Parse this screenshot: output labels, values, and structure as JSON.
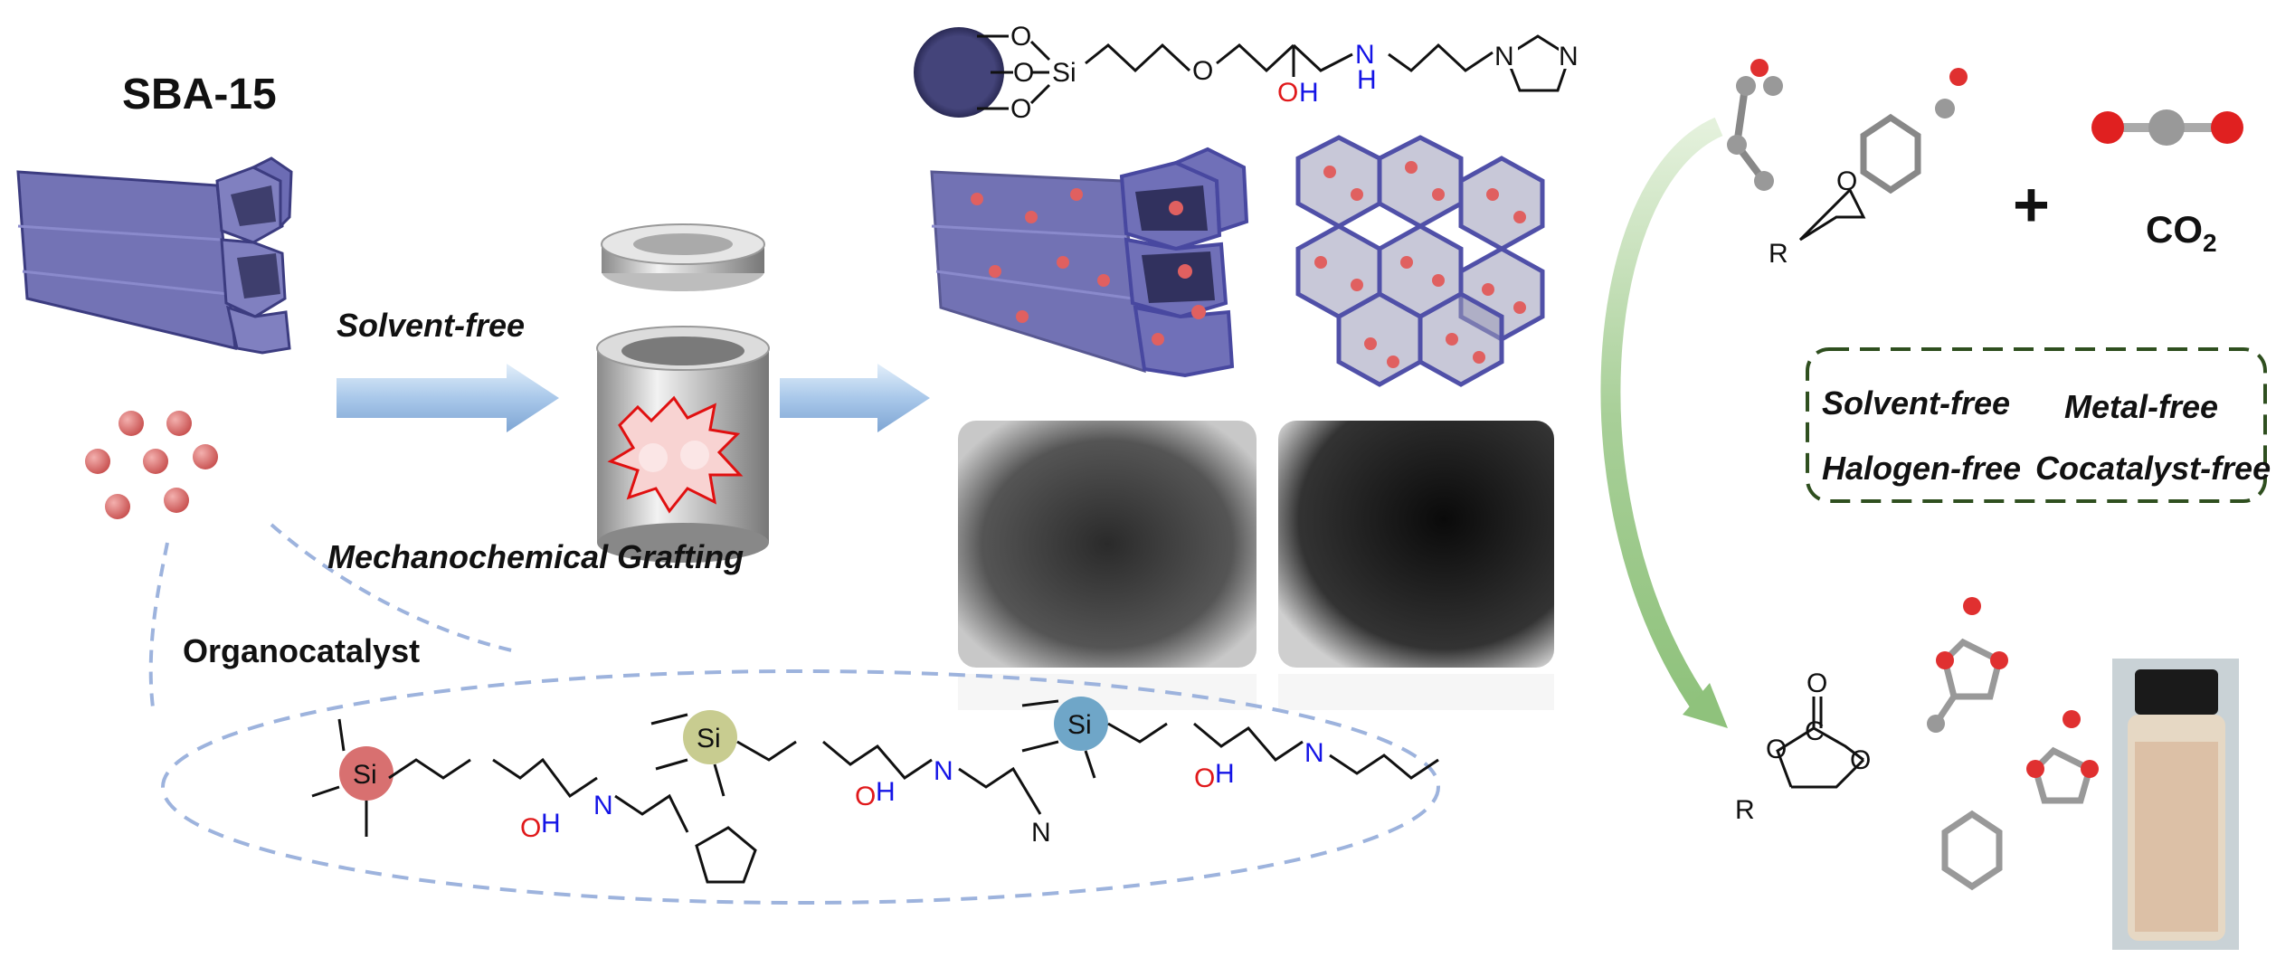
{
  "title": "SBA-15",
  "left": {
    "solvent_free": "Solvent-free",
    "mechanochemical": "Mechanochemical Grafting",
    "organocatalyst": "Organocatalyst"
  },
  "molecule_labels": {
    "o": "O",
    "si": "Si",
    "n": "N",
    "h": "H",
    "oh_o": "O",
    "oh_h": "H",
    "r": "R",
    "c": "C"
  },
  "reaction": {
    "co2_main": "CO",
    "co2_sub": "2",
    "plus": "+"
  },
  "features": [
    "Solvent-free",
    "Metal-free",
    "Halogen-free",
    "Cocatalyst-free"
  ],
  "colors": {
    "silica": "#3f3f7a",
    "tube": "#5a5aa8",
    "ball": "#d96a6a",
    "arrow": "#a9c8ea",
    "green_arc": "#a8cf98",
    "box": "#2f4f1f",
    "dash": "#9db3dd"
  }
}
